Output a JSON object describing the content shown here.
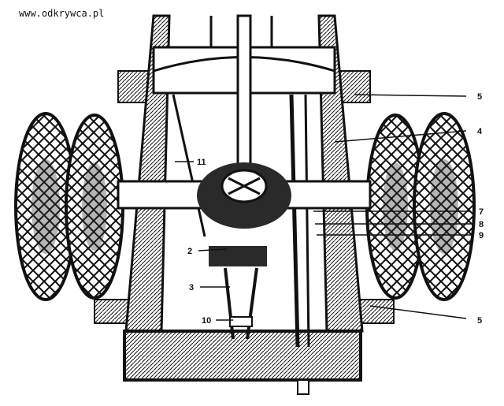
{
  "watermark": "www.odkrywca.pl",
  "labels": {
    "l5a": "5",
    "l4": "4",
    "l11": "11",
    "l7": "7",
    "l8": "8",
    "l9": "9",
    "l2": "2",
    "l3": "3",
    "l10": "10",
    "l5b": "5"
  },
  "colors": {
    "ink": "#111111",
    "paper": "#ffffff",
    "shade": "#2a2a2a"
  }
}
